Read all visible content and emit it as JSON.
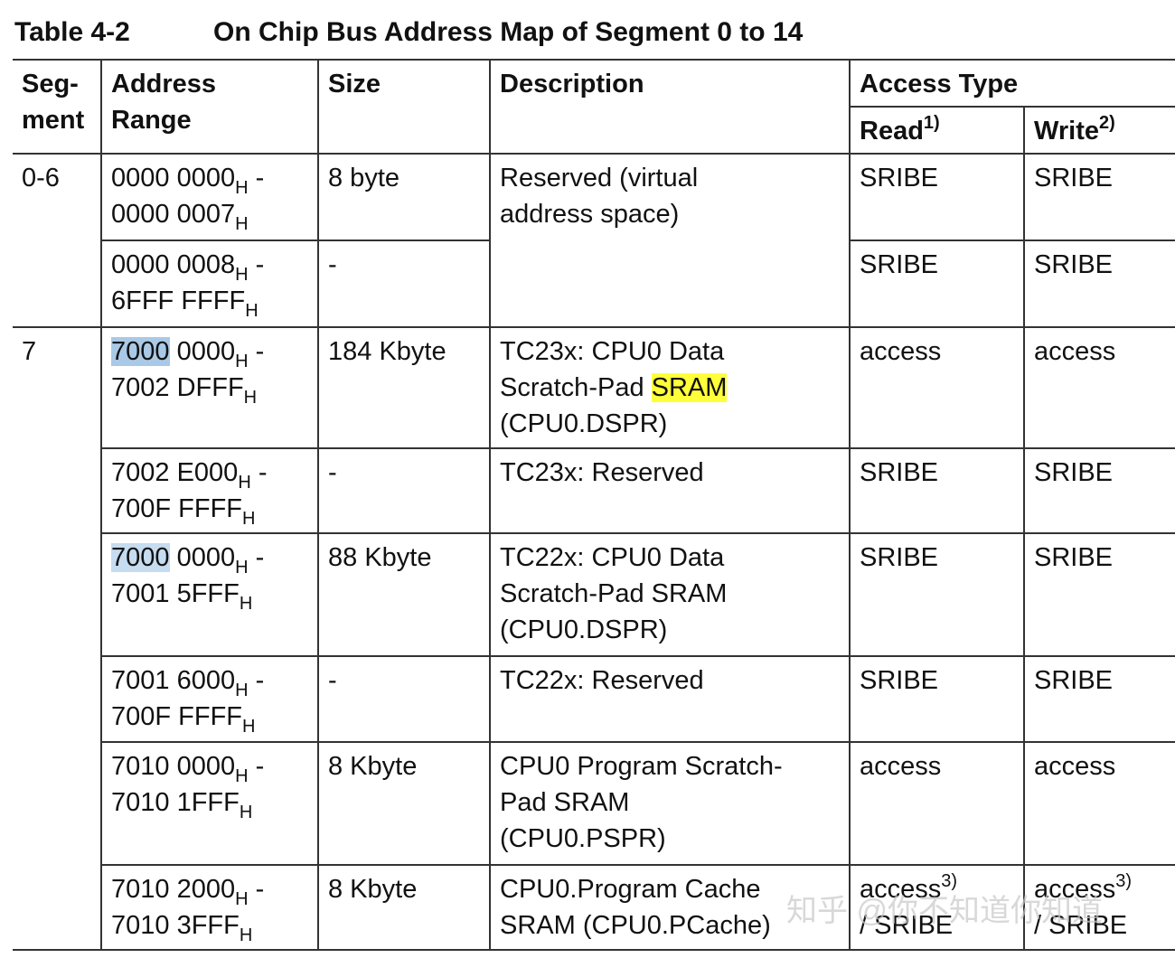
{
  "caption": {
    "number": "Table 4-2",
    "title": "On Chip Bus Address Map of Segment 0 to 14"
  },
  "headers": {
    "segment_l1": "Seg-",
    "segment_l2": "ment",
    "address_l1": "Address",
    "address_l2": "Range",
    "size": "Size",
    "description": "Description",
    "access_type": "Access Type",
    "read": "Read",
    "read_note": "1)",
    "write": "Write",
    "write_note": "2)"
  },
  "suffix": "H",
  "dash": " -",
  "rows": [
    {
      "segment": "0-6",
      "addr_start_hl": "",
      "addr_start": "0000 0000",
      "addr_end": "0000 0007",
      "size": "8 byte",
      "description_lines": [
        "Reserved (virtual",
        "address space)"
      ],
      "read": "SRIBE",
      "write": "SRIBE"
    },
    {
      "addr_start": "0000 0008",
      "addr_end": "6FFF FFFF",
      "size": "-",
      "read": "SRIBE",
      "write": "SRIBE"
    },
    {
      "segment": "7",
      "addr_start_hl": "7000",
      "addr_start": " 0000",
      "addr_end": "7002 DFFF",
      "size": "184 Kbyte",
      "description_lines": [
        "TC23x: CPU0 Data",
        "Scratch-Pad ",
        "SRAM",
        "(CPU0.DSPR)"
      ],
      "read": "access",
      "write": "access"
    },
    {
      "addr_start": "7002 E000",
      "addr_end": "700F FFFF",
      "size": "-",
      "description_lines": [
        "TC23x: Reserved"
      ],
      "read": "SRIBE",
      "write": "SRIBE"
    },
    {
      "addr_start_hl": "7000",
      "addr_start": " 0000",
      "addr_end": "7001 5FFF",
      "size": "88 Kbyte",
      "description_lines": [
        "TC22x: CPU0 Data",
        "Scratch-Pad SRAM",
        "(CPU0.DSPR)"
      ],
      "read": "SRIBE",
      "write": "SRIBE"
    },
    {
      "addr_start": "7001 6000",
      "addr_end": "700F FFFF",
      "size": "-",
      "description_lines": [
        "TC22x: Reserved"
      ],
      "read": "SRIBE",
      "write": "SRIBE"
    },
    {
      "addr_start": "7010 0000",
      "addr_end": "7010 1FFF",
      "size": "8 Kbyte",
      "description_lines": [
        "CPU0 Program Scratch-",
        "Pad SRAM",
        "(CPU0.PSPR)"
      ],
      "read": "access",
      "write": "access"
    },
    {
      "addr_start": "7010 2000",
      "addr_end": "7010 3FFF",
      "size": "8 Kbyte",
      "description_lines": [
        "CPU0.Program Cache",
        "SRAM (CPU0.PCache)"
      ],
      "read": "access",
      "read_note": "3)",
      "read_l2": "/ SRIBE",
      "write": "access",
      "write_note": "3)",
      "write_l2": "/ SRIBE"
    }
  ],
  "watermark": "知乎 @你不知道你知道"
}
